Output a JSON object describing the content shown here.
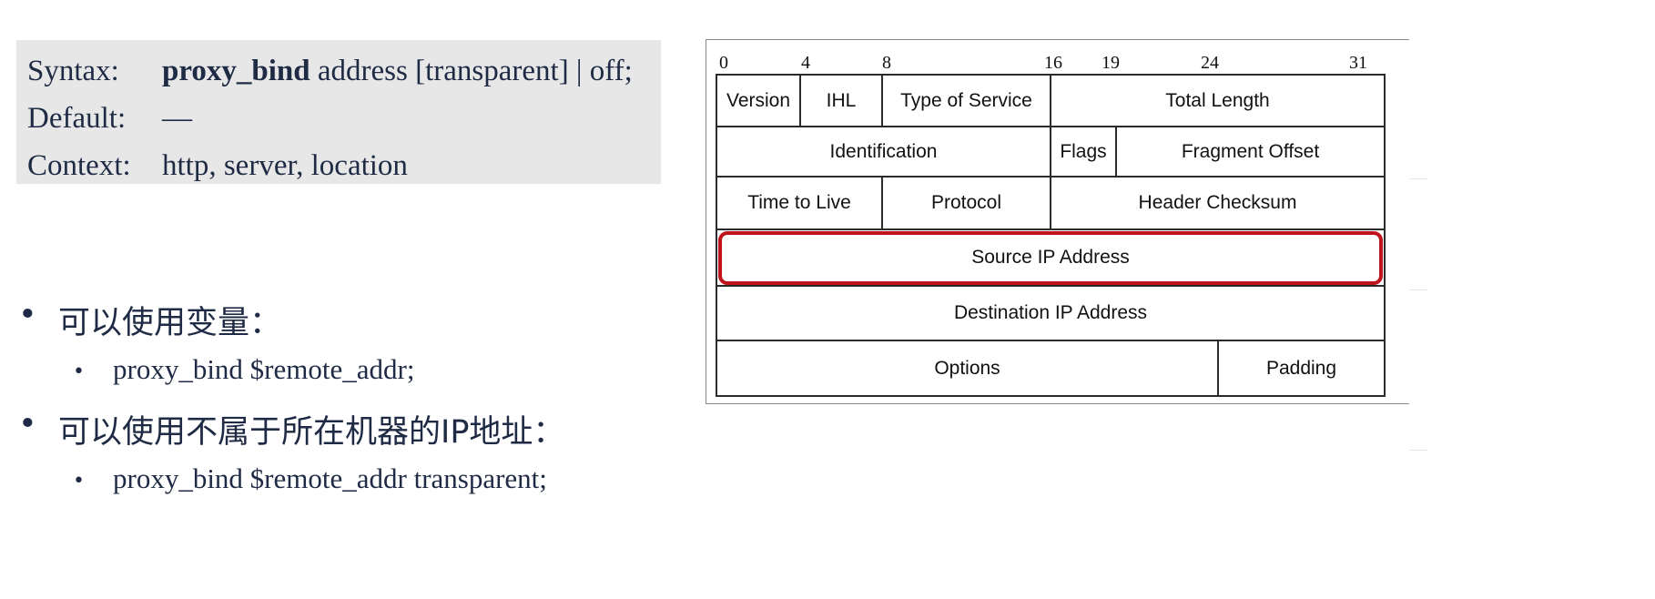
{
  "syntax": {
    "rows": [
      {
        "label": "Syntax:",
        "keyword": "proxy_bind",
        "value": " address [transparent] | off;"
      },
      {
        "label": "Default:",
        "keyword": "",
        "value": "—"
      },
      {
        "label": "Context:",
        "keyword": "",
        "value": "http, server, location"
      }
    ]
  },
  "bullets": [
    {
      "level": 1,
      "marker": "•",
      "text": "可以使用变量："
    },
    {
      "level": 2,
      "marker": "•",
      "text": "proxy_bind $remote_addr;"
    },
    {
      "level": 1,
      "marker": "•",
      "text": "可以使用不属于所在机器的IP地址："
    },
    {
      "level": 2,
      "marker": "•",
      "text": "proxy_bind $remote_addr transparent;"
    }
  ],
  "diagram": {
    "bit_numbers": [
      "0",
      "4",
      "8",
      "16",
      "19",
      "24",
      "31"
    ],
    "fields": {
      "version": "Version",
      "ihl": "IHL",
      "tos": "Type of Service",
      "total_length": "Total Length",
      "identification": "Identification",
      "flags": "Flags",
      "fragment_offset": "Fragment Offset",
      "ttl": "Time to Live",
      "protocol": "Protocol",
      "header_checksum": "Header Checksum",
      "source_ip": "Source IP Address",
      "destination_ip": "Destination IP Address",
      "options": "Options",
      "padding": "Padding"
    },
    "highlight_color": "#c0141c"
  }
}
